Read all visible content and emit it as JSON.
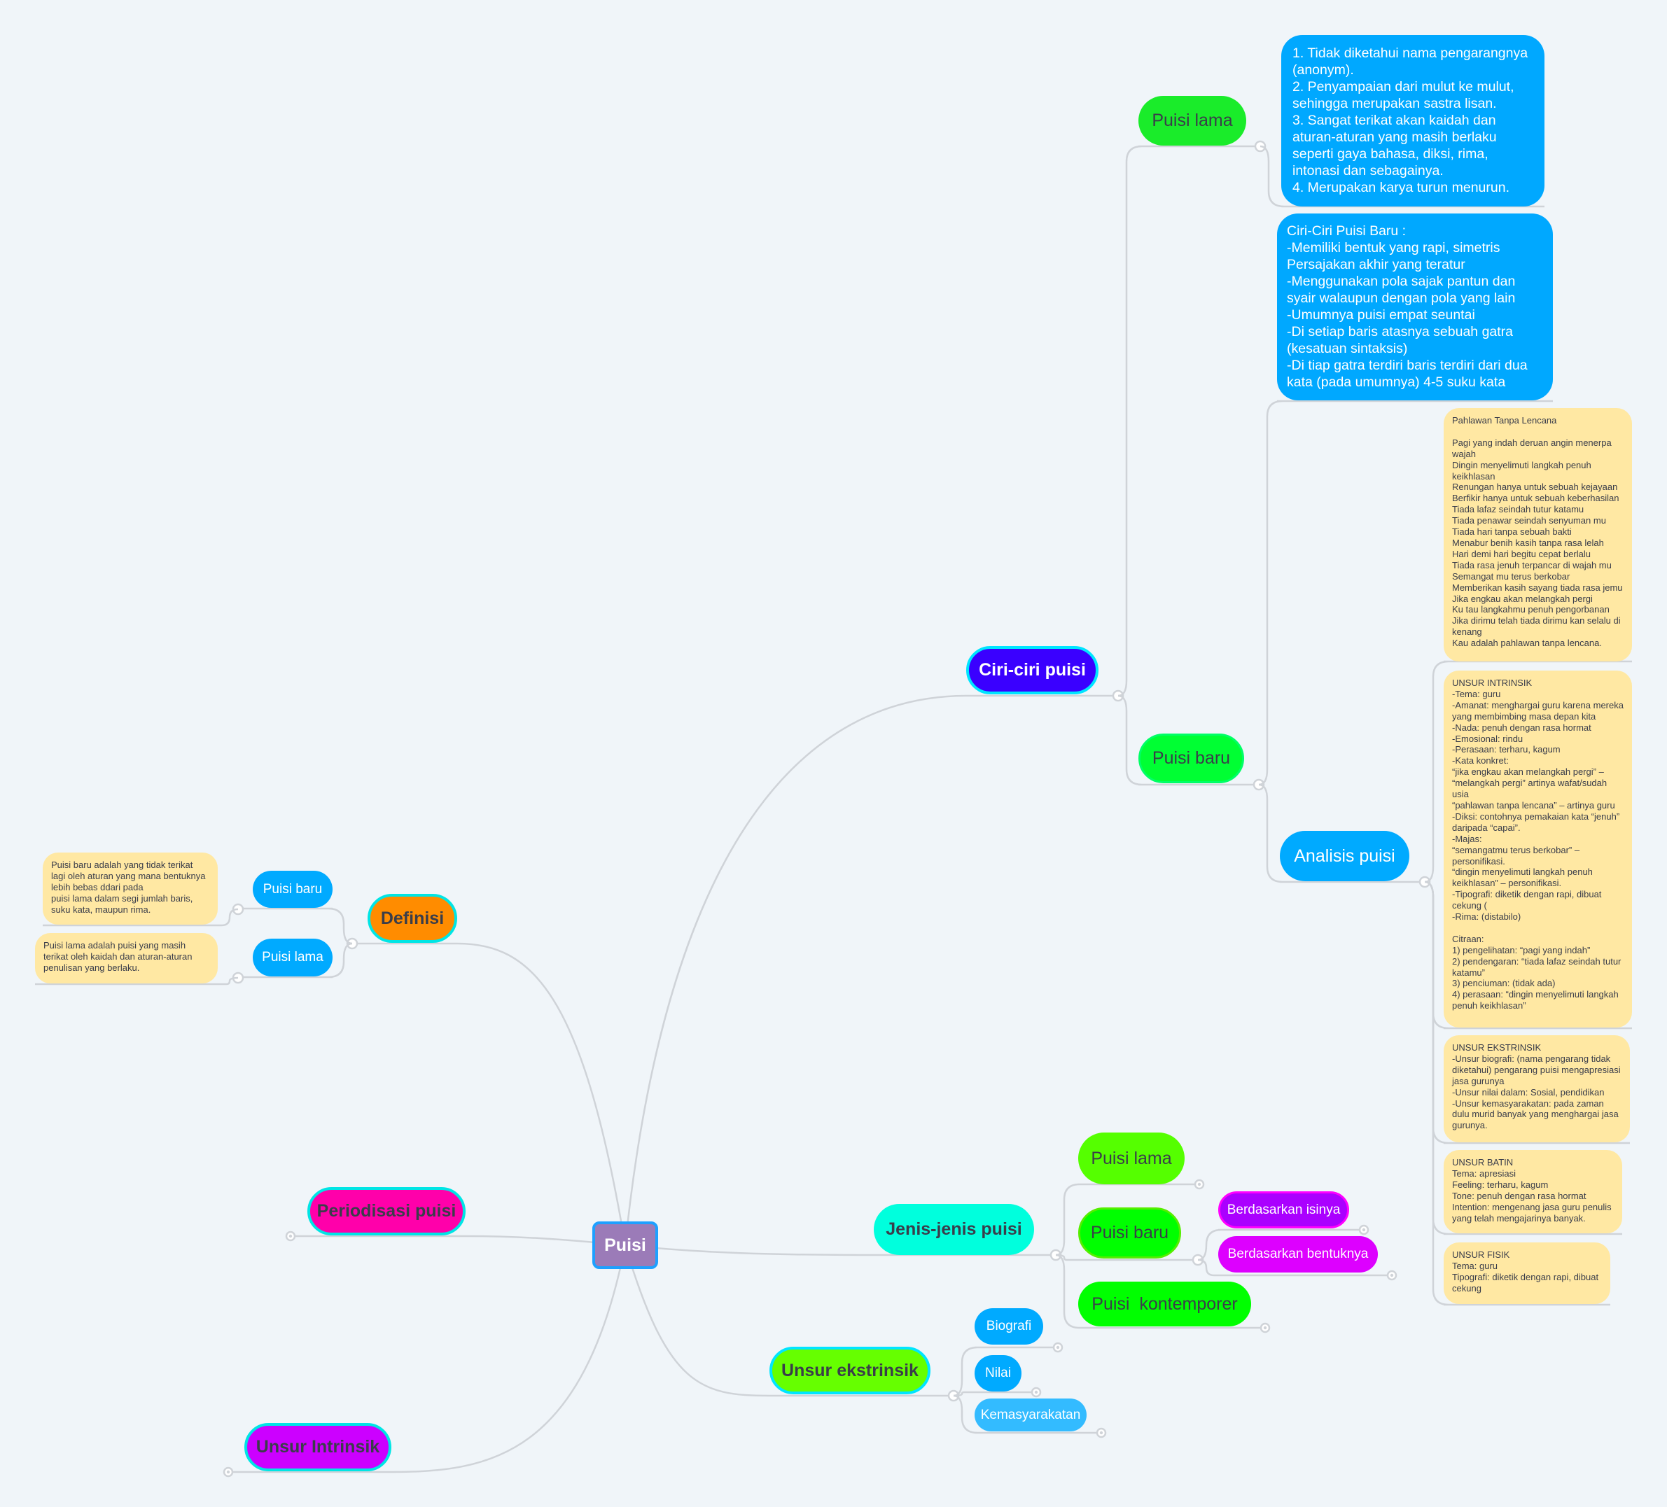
{
  "root": {
    "label": "Puisi"
  },
  "ciri": {
    "label": "Ciri-ciri puisi",
    "puisi_lama": {
      "label": "Puisi lama",
      "note": "1.     Tidak diketahui nama pengarangnya (anonym).\n2.     Penyampaian dari mulut ke mulut, sehingga merupakan sastra lisan.\n3.     Sangat terikat akan kaidah dan aturan-aturan yang masih berlaku seperti gaya bahasa, diksi, rima, intonasi dan sebagainya.\n4.     Merupakan karya turun menurun."
    },
    "puisi_baru": {
      "label": "Puisi baru",
      "note": "Ciri-Ciri Puisi Baru                :\n-Memiliki bentuk yang rapi, simetris\nPersajakan akhir yang teratur\n-Menggunakan pola sajak pantun dan syair walaupun dengan pola yang lain\n-Umumnya puisi empat seuntai\n-Di setiap baris atasnya sebuah gatra (kesatuan sintaksis)\n-Di tiap gatra terdiri baris terdiri dari dua kata (pada umumnya) 4-5 suku kata",
      "analisis": {
        "label": "Analisis puisi",
        "notes": [
          "Pahlawan Tanpa Lencana\n\nPagi yang indah deruan angin menerpa wajah\nDingin menyelimuti langkah penuh keikhlasan\nRenungan hanya untuk sebuah kejayaan\nBerfikir hanya untuk sebuah keberhasilan\nTiada lafaz seindah tutur katamu\nTiada penawar seindah senyuman mu\nTiada hari tanpa sebuah bakti\nMenabur benih kasih tanpa rasa lelah\nHari demi hari begitu cepat berlalu\nTiada rasa jenuh terpancar di wajah mu\nSemangat mu terus berkobar\nMemberikan kasih sayang tiada rasa jemu\nJika engkau akan melangkah pergi\nKu tau langkahmu penuh pengorbanan\nJika dirimu telah tiada dirimu kan selalu di kenang\nKau adalah pahlawan tanpa lencana.",
          "UNSUR INTRINSIK\n-Tema: guru\n-Amanat: menghargai guru karena mereka yang membimbing masa depan kita\n-Nada: penuh dengan rasa hormat\n-Emosional: rindu\n-Perasaan: terharu, kagum\n-Kata konkret:\n“jika engkau akan melangkah pergi” – “melangkah pergi” artinya wafat/sudah usia\n“pahlawan tanpa lencana” – artinya guru\n-Diksi: contohnya pemakaian kata “jenuh” daripada “capai”.\n-Majas:\n“semangatmu terus berkobar” – personifikasi.\n“dingin menyelimuti langkah penuh keikhlasan” – personifikasi.\n-Tipografi: diketik dengan rapi, dibuat cekung (\n-Rima: (distabilo)\n\nCitraan:\n1) pengelihatan: “pagi yang indah”\n2) pendengaran: “tiada lafaz seindah tutur katamu”\n3) penciuman: (tidak ada)\n4) perasaan: “dingin menyelimuti langkah penuh keikhlasan”",
          "UNSUR EKSTRINSIK\n-Unsur biografi: (nama pengarang tidak diketahui) pengarang puisi mengapresiasi jasa gurunya\n-Unsur nilai dalam: Sosial, pendidikan\n-Unsur kemasyarakatan: pada zaman dulu murid banyak yang menghargai jasa gurunya.",
          "UNSUR BATIN\nTema: apresiasi\nFeeling: terharu, kagum\nTone: penuh dengan rasa hormat\nIntention: mengenang jasa guru penulis yang telah mengajarinya banyak.",
          "UNSUR FISIK\nTema: guru\nTipografi: diketik dengan rapi, dibuat cekung"
        ]
      }
    }
  },
  "definisi": {
    "label": "Definisi",
    "puisi_baru": {
      "label": "Puisi baru",
      "note": "Puisi baru adalah yang tidak terikat lagi oleh aturan yang mana bentuknya lebih bebas ddari pada\npuisi lama dalam segi jumlah baris, suku kata, maupun rima."
    },
    "puisi_lama": {
      "label": "Puisi lama",
      "note": "Puisi lama adalah puisi yang masih terikat oleh kaidah dan aturan-aturan penulisan yang berlaku."
    }
  },
  "periodisasi": {
    "label": "Periodisasi puisi"
  },
  "unsur_intrinsik": {
    "label": "Unsur Intrinsik"
  },
  "jenis": {
    "label": "Jenis-jenis puisi",
    "puisi_lama": "Puisi lama",
    "puisi_baru": "Puisi baru",
    "isinya": "Berdasarkan isinya",
    "bentuknya": "Berdasarkan bentuknya",
    "kontemporer": "Puisi  kontemporer"
  },
  "ekstrinsik": {
    "label": "Unsur ekstrinsik",
    "biografi": "Biografi",
    "nilai": "Nilai",
    "kemasyarakatan": "Kemasyarakatan"
  },
  "colors": {
    "line": "#cfd3d8",
    "background": "#f0f5f9",
    "note": "#ffe8a3",
    "blue": "#00a8ff"
  }
}
